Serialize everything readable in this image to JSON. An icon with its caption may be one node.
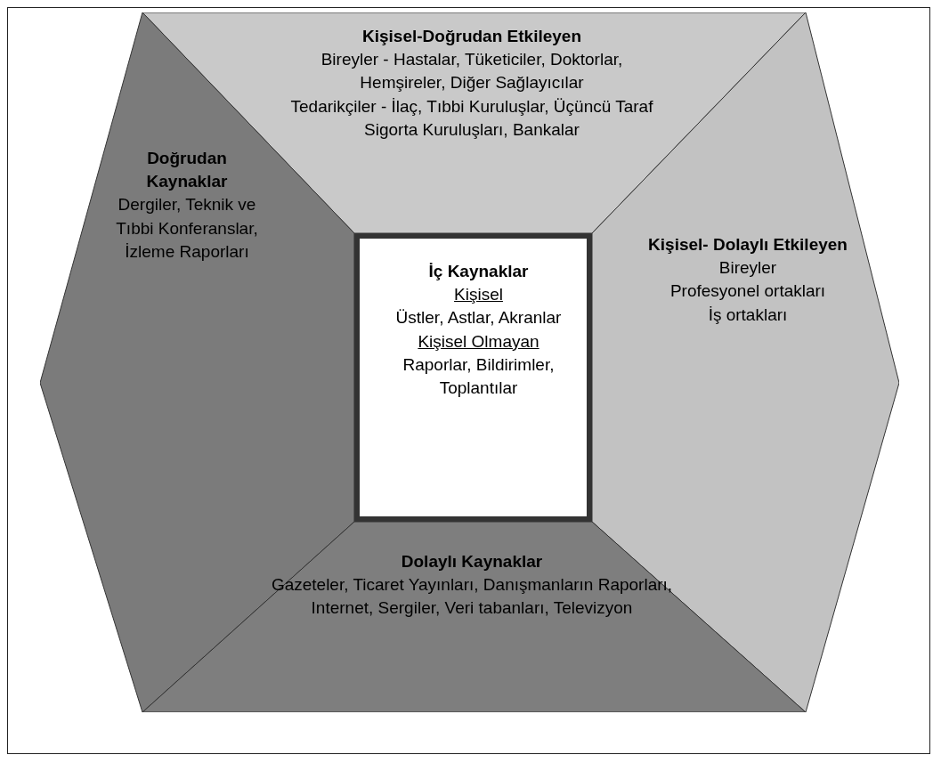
{
  "diagram": {
    "nodes": [
      {
        "text": [
          "Kişisel-Doğrudan Etkileyen",
          "Bireyler - Hastalar, Tüketiciler, Doktorlar, Hemşireler, Diğer Sağlayıcılar",
          "Tedarikçiler - İlaç, Tıbbi Kuruluşlar, Üçüncü Taraf Sigorta Kuruluşları, Bankalar"
        ]
      },
      {
        "text": [
          "Doğrudan Kaynaklar",
          "Dergiler, Teknik ve Tıbbi Konferanslar, İzleme Raporları"
        ]
      },
      {
        "text": [
          "İç Kaynaklar",
          "Kişisel",
          "Üstler, Astlar, Akranlar",
          "Kişisel Olmayan",
          "Raporlar, Bildirimler, Toplantılar"
        ]
      },
      {
        "text": [
          "Kişisel- Dolaylı Etkileyen",
          "Bireyler",
          "Profesyonel ortakları",
          "İş ortakları"
        ]
      },
      {
        "text": [
          "Dolaylı Kaynaklar",
          "Gazeteler, Ticaret Yayınları, Danışmanların Raporları, Internet, Sergiler, Veri tabanları, Televizyon"
        ]
      }
    ]
  }
}
